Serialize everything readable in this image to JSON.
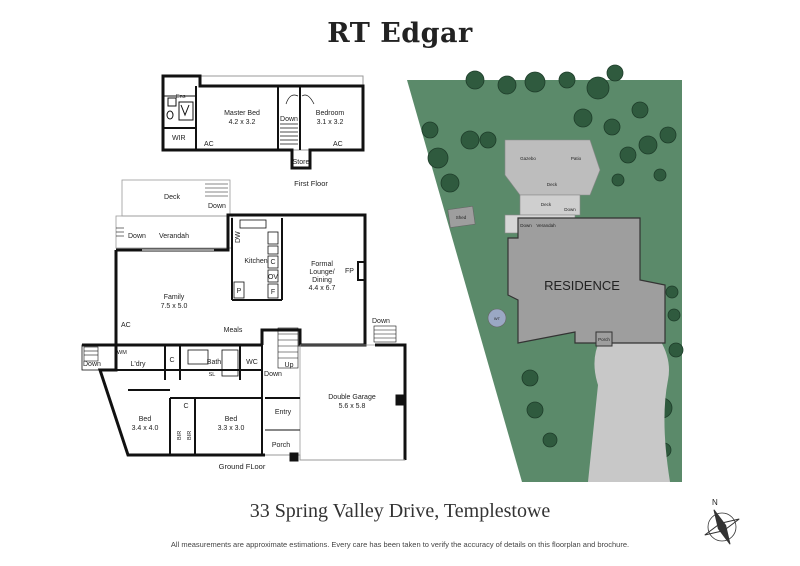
{
  "brand": "RT Edgar",
  "address": "33 Spring Valley Drive, Templestowe",
  "disclaimer": "All measurements are approximate estimations. Every care has been taken to verify the accuracy of details on this floorplan and brochure.",
  "first_floor": {
    "title": "First Floor",
    "rooms": {
      "ens": "Ens",
      "master_bed": "Master Bed",
      "master_bed_size": "4.2 x 3.2",
      "down": "Down",
      "bedroom": "Bedroom",
      "bedroom_size": "3.1 x 3.2",
      "wir": "WIR",
      "ac1": "AC",
      "ac2": "AC",
      "store": "Store"
    }
  },
  "ground_floor": {
    "title": "Ground FLoor",
    "rooms": {
      "deck": "Deck",
      "deck_down": "Down",
      "verandah": "Verandah",
      "verandah_down": "Down",
      "dw": "DW",
      "kitchen": "Kitchen",
      "c_kitchen": "C",
      "ov": "OV",
      "f": "F",
      "p": "P",
      "formal": "Formal",
      "lounge": "Lounge/",
      "dining": "Dining",
      "formal_size": "4.4 x 6.7",
      "fp": "FP",
      "family": "Family",
      "family_size": "7.5 x 5.0",
      "ac": "AC",
      "meals": "Meals",
      "garage_down": "Down",
      "wm": "WM",
      "ldry_down": "Down",
      "ldry": "L'dry",
      "c_ldry": "C",
      "bath": "Bath",
      "sl": "SL",
      "wc": "WC",
      "up": "Up",
      "stair_down": "Down",
      "double_garage": "Double Garage",
      "garage_size": "5.6 x 5.8",
      "entry": "Entry",
      "porch": "Porch",
      "bed1": "Bed",
      "bed1_size": "3.4 x 4.0",
      "bed2": "Bed",
      "bed2_size": "3.3 x 3.0",
      "c_bed": "C",
      "bir1": "BIR",
      "bir2": "BIR"
    }
  },
  "site": {
    "residence": "RESIDENCE",
    "gazebo": "Gazebo",
    "patio": "Patio",
    "deck": "Deck",
    "deck2": "Deck",
    "down": "Down",
    "down2": "Down",
    "verandah": "Verandah",
    "shed": "Shed",
    "porch": "Porch",
    "wt": "WT"
  },
  "compass": {
    "label": "N"
  },
  "colors": {
    "lawn": "#5b8a6a",
    "tree": "#2f5a3e",
    "building": "#9e9e9e",
    "driveway": "#c8c8c8",
    "wall": "#111111"
  }
}
